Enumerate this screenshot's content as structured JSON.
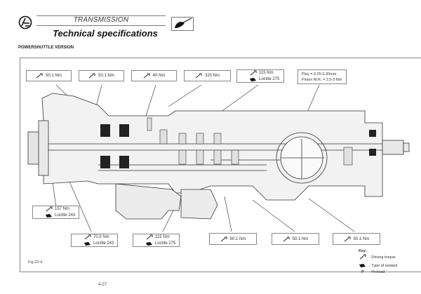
{
  "header": {
    "section": "TRANSMISSION",
    "title": "Technical specifications",
    "subheading": "POWERSHUTTLE VERSION",
    "logo_icon": "brand-logo-icon",
    "section_icon": "lubrication-icon"
  },
  "callouts_top": [
    {
      "torque": "50.1 Nm"
    },
    {
      "torque": "50.1 Nm"
    },
    {
      "torque": "40 Nm"
    },
    {
      "torque": "320 Nm"
    },
    {
      "torque": "115 Nm",
      "sealant": "Loctite 275"
    }
  ],
  "note": {
    "line1": "Play = 0.25-0.30mm",
    "line2": "Pinion M.R. = 2.5-3 Nm"
  },
  "callouts_bottom": [
    {
      "torque": "157 Nm",
      "sealant": "Loctite 243"
    },
    {
      "torque": "70.5 Nm",
      "sealant": "Loctite 243"
    },
    {
      "torque": "115 Nm",
      "sealant": "Loctite 275"
    },
    {
      "torque": "50.1 Nm"
    },
    {
      "torque": "50.1 Nm"
    },
    {
      "torque": "50.1 Nm"
    }
  ],
  "key": {
    "title": "Key:",
    "items": [
      {
        "symbol": "torque-wrench-icon",
        "label": "- Driving torque"
      },
      {
        "symbol": "sealant-tube-icon",
        "label": "- Type of sealant"
      },
      {
        "symbol": "P",
        "label": "- Preload"
      }
    ]
  },
  "figure_label": "Fig.23-4",
  "page_number": "4-27"
}
